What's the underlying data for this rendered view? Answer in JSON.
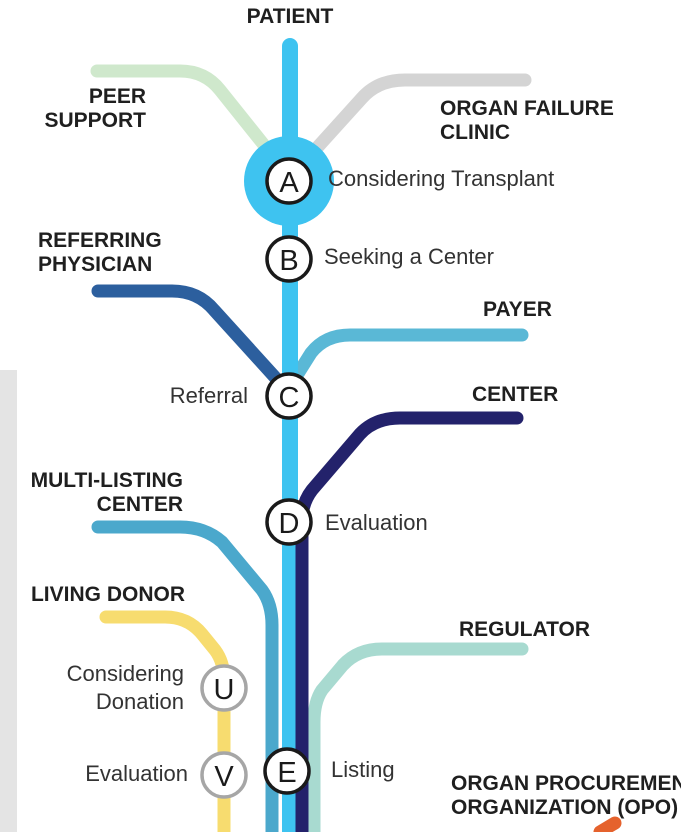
{
  "colors": {
    "patient": "#3ec3f0",
    "peer_support": "#cfe8cc",
    "organ_failure_clinic": "#d4d4d4",
    "referring_physician": "#2c5f9e",
    "payer": "#5ab8d6",
    "center": "#23226b",
    "multi_listing_center": "#4ba8cc",
    "living_donor": "#f7dc6f",
    "regulator": "#a8dad0",
    "opo": "#e5622d"
  },
  "lines": {
    "patient": "PATIENT",
    "peer_support": [
      "PEER",
      "SUPPORT"
    ],
    "organ_failure_clinic": [
      "ORGAN FAILURE",
      "CLINIC"
    ],
    "referring_physician": [
      "REFERRING",
      "PHYSICIAN"
    ],
    "payer": "PAYER",
    "center": "CENTER",
    "multi_listing_center": [
      "MULTI-LISTING",
      "CENTER"
    ],
    "living_donor": "LIVING DONOR",
    "regulator": "REGULATOR",
    "opo": [
      "ORGAN PROCUREMENT",
      "ORGANIZATION (OPO)"
    ]
  },
  "stops": {
    "a": {
      "letter": "A",
      "label": "Considering Transplant"
    },
    "b": {
      "letter": "B",
      "label": "Seeking a Center"
    },
    "c": {
      "letter": "C",
      "label": "Referral"
    },
    "d": {
      "letter": "D",
      "label": "Evaluation"
    },
    "e": {
      "letter": "E",
      "label": "Listing"
    },
    "u": {
      "letter": "U",
      "label": [
        "Considering",
        "Donation"
      ]
    },
    "v": {
      "letter": "V",
      "label": "Evaluation"
    }
  }
}
